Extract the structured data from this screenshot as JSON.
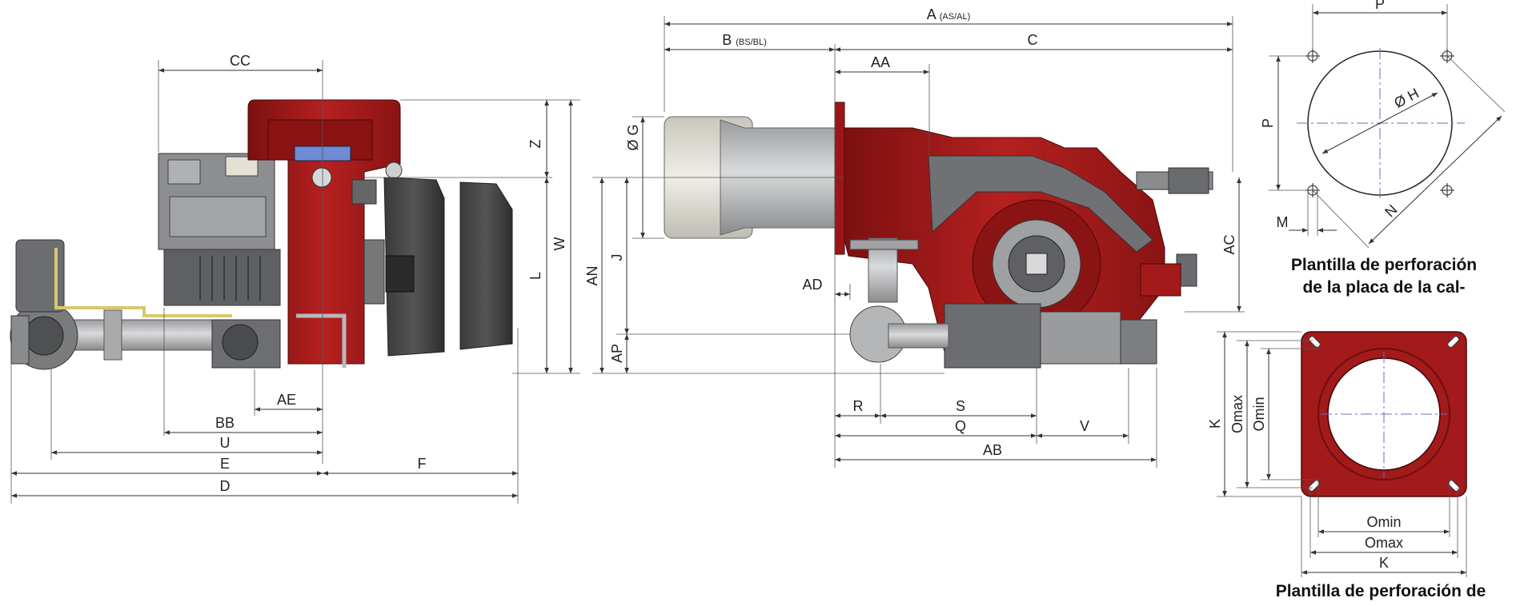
{
  "colors": {
    "burner_red": "#a31a1a",
    "dark_red": "#6e0e0e",
    "housing_gray": "#6f7073",
    "tube_gray": "#bfc0c2",
    "line": "#333333"
  },
  "dims": {
    "A": "A",
    "A_sub": "(AS/AL)",
    "B": "B",
    "B_sub": "(BS/BL)",
    "C": "C",
    "AA": "AA",
    "CC": "CC",
    "Z": "Z",
    "W": "W",
    "L": "L",
    "AN": "AN",
    "J": "J",
    "G": "Ø G",
    "AP": "AP",
    "AD": "AD",
    "AC": "AC",
    "AE": "AE",
    "BB": "BB",
    "U": "U",
    "E": "E",
    "D": "D",
    "F": "F",
    "R": "R",
    "S": "S",
    "Q": "Q",
    "V": "V",
    "AB": "AB",
    "P_top": "P",
    "P_side": "P",
    "H": "Ø H",
    "M": "M",
    "N": "N",
    "K_side": "K",
    "Omax_side": "Omax",
    "Omin_side": "Omin",
    "Omin_bottom": "Omin",
    "Omax_bottom": "Omax",
    "K_bottom": "K"
  },
  "captions": {
    "template1_line1": "Plantilla de perforación",
    "template1_line2": "de la placa de la cal-",
    "template2_line1": "Plantilla de perforación de"
  }
}
